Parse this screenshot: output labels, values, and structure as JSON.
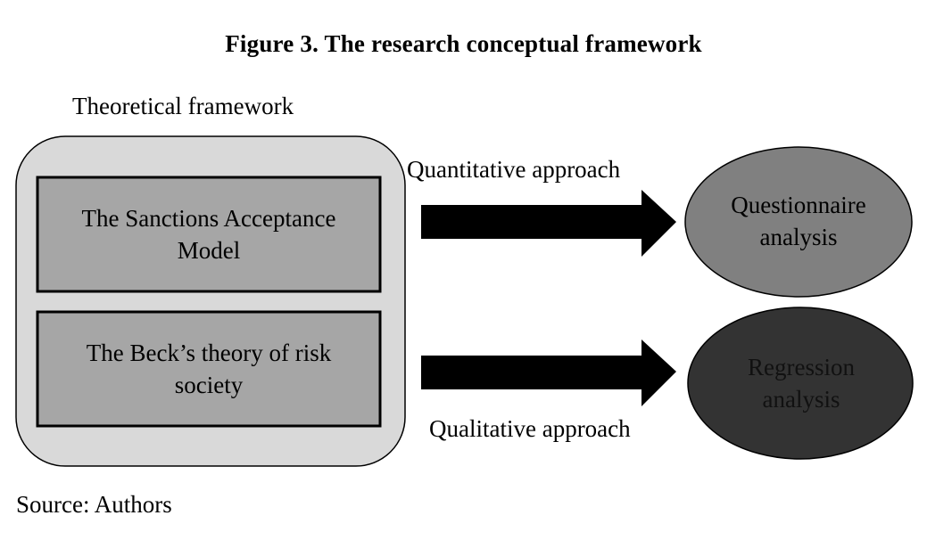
{
  "figure": {
    "title": "Figure 3. The research conceptual framework",
    "source": "Source: Authors"
  },
  "theoretical_framework": {
    "label": "Theoretical framework",
    "fill": "#d9d9d9",
    "boxes": [
      {
        "line1": "The Sanctions Acceptance",
        "line2": "Model",
        "fill": "#a6a6a6"
      },
      {
        "line1": "The Beck’s theory of risk",
        "line2": "society",
        "fill": "#a6a6a6"
      }
    ]
  },
  "approaches": [
    {
      "label": "Quantitative approach"
    },
    {
      "label": "Qualitative approach"
    }
  ],
  "outcomes": [
    {
      "line1": "Questionnaire",
      "line2": "analysis",
      "fill": "#808080"
    },
    {
      "line1": "Regression",
      "line2": "analysis",
      "fill": "#333333"
    }
  ]
}
